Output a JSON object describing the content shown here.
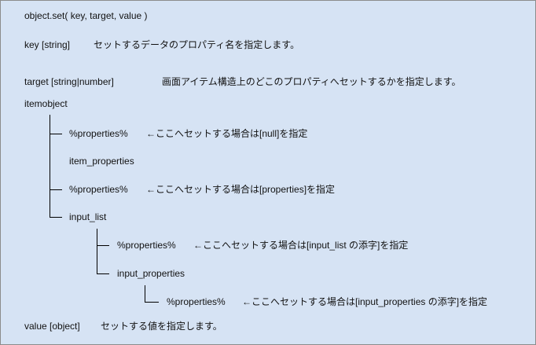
{
  "signature": "object.set( key, target, value )",
  "key": {
    "name": "key [string]",
    "desc": "セットするデータのプロパティ名を指定します。"
  },
  "target": {
    "name": "target [string|number]",
    "desc": "画面アイテム構造上のどこのプロパティへセットするかを指定します。"
  },
  "tree": {
    "root": "itemobject",
    "props1": "%properties%",
    "note1": "←ここへセットする場合は[null]を指定",
    "item_properties": "item_properties",
    "props2": "%properties%",
    "note2": "←ここへセットする場合は[properties]を指定",
    "input_list": "input_list",
    "props3": "%properties%",
    "note3": "←ここへセットする場合は[input_list の添字]を指定",
    "input_properties": "input_properties",
    "props4": "%properties%",
    "note4": "←ここへセットする場合は[input_properties の添字]を指定"
  },
  "value": {
    "name": "value [object]",
    "desc": "セットする値を指定します。"
  }
}
